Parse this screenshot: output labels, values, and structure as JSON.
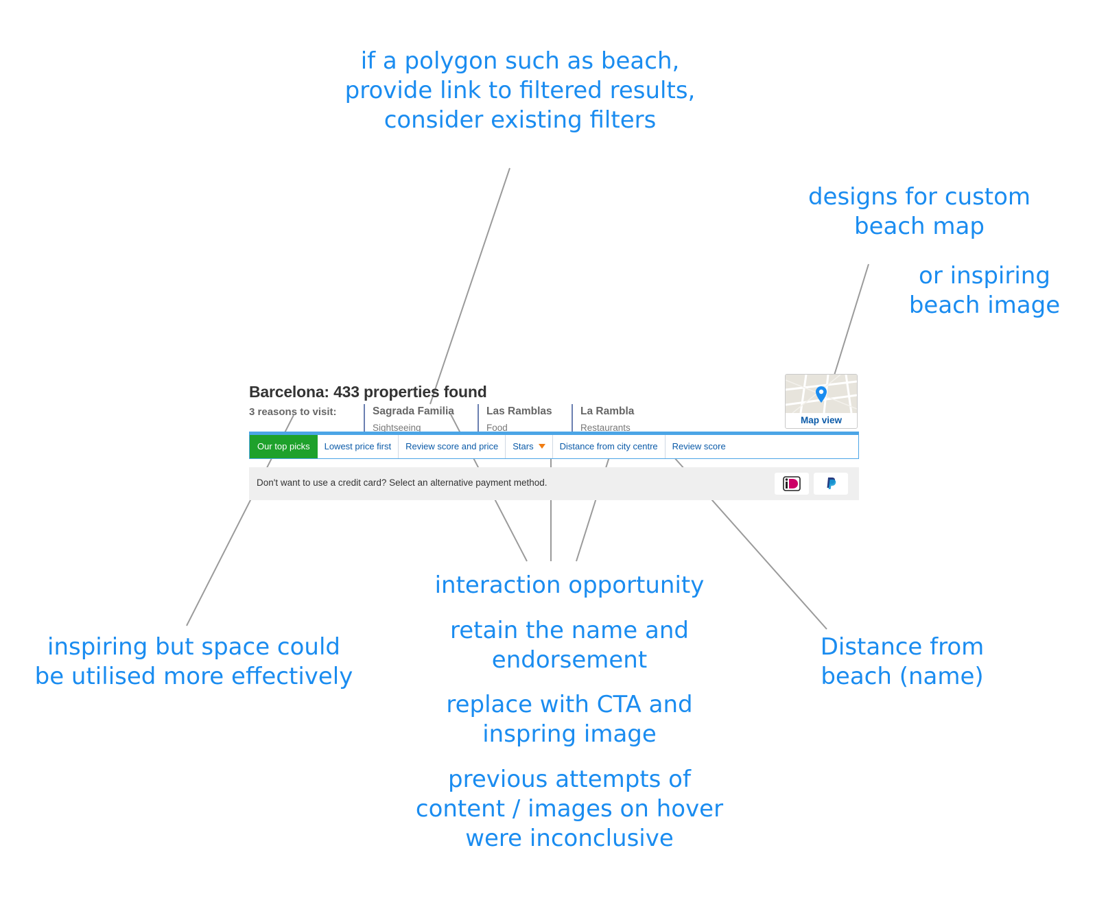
{
  "annotations": {
    "polygon": "if a polygon such as beach,\nprovide link to filtered results,\nconsider existing filters",
    "custom_map": "designs for custom\nbeach map",
    "beach_image": "or inspiring\nbeach image",
    "interaction": "interaction opportunity",
    "retain": "retain the name and\nendorsement",
    "replace": "replace with CTA and\ninspring image",
    "previous": "previous attempts of\ncontent / images on hover\nwere inconclusive",
    "inspiring": "inspiring but space could\nbe utilised more effectively",
    "distance": "Distance from\nbeach (name)"
  },
  "header": {
    "title": "Barcelona: 433 properties found",
    "reasons_label": "3 reasons to visit:"
  },
  "reasons": [
    {
      "name": "Sagrada Familia",
      "category": "Sightseeing"
    },
    {
      "name": "Las Ramblas",
      "category": "Food"
    },
    {
      "name": "La Rambla",
      "category": "Restaurants"
    }
  ],
  "map": {
    "label": "Map view",
    "pin_color": "#1a8cf0"
  },
  "sort_tabs": [
    {
      "label": "Our top picks",
      "active": true
    },
    {
      "label": "Lowest price first"
    },
    {
      "label": "Review score and price"
    },
    {
      "label": "Stars",
      "caret_color": "#f07c12"
    },
    {
      "label": "Distance from city centre"
    },
    {
      "label": "Review score"
    }
  ],
  "payment": {
    "message": "Don't want to use a credit card? Select an alternative payment method.",
    "methods": [
      {
        "name": "iDEAL",
        "icon": "ideal-icon"
      },
      {
        "name": "PayPal",
        "icon": "paypal-icon"
      }
    ]
  },
  "colors": {
    "annotation": "#1a8cf0",
    "active_tab": "#1ea12b",
    "bar_accent": "#4ba5e6",
    "link": "#0a5aa8"
  }
}
